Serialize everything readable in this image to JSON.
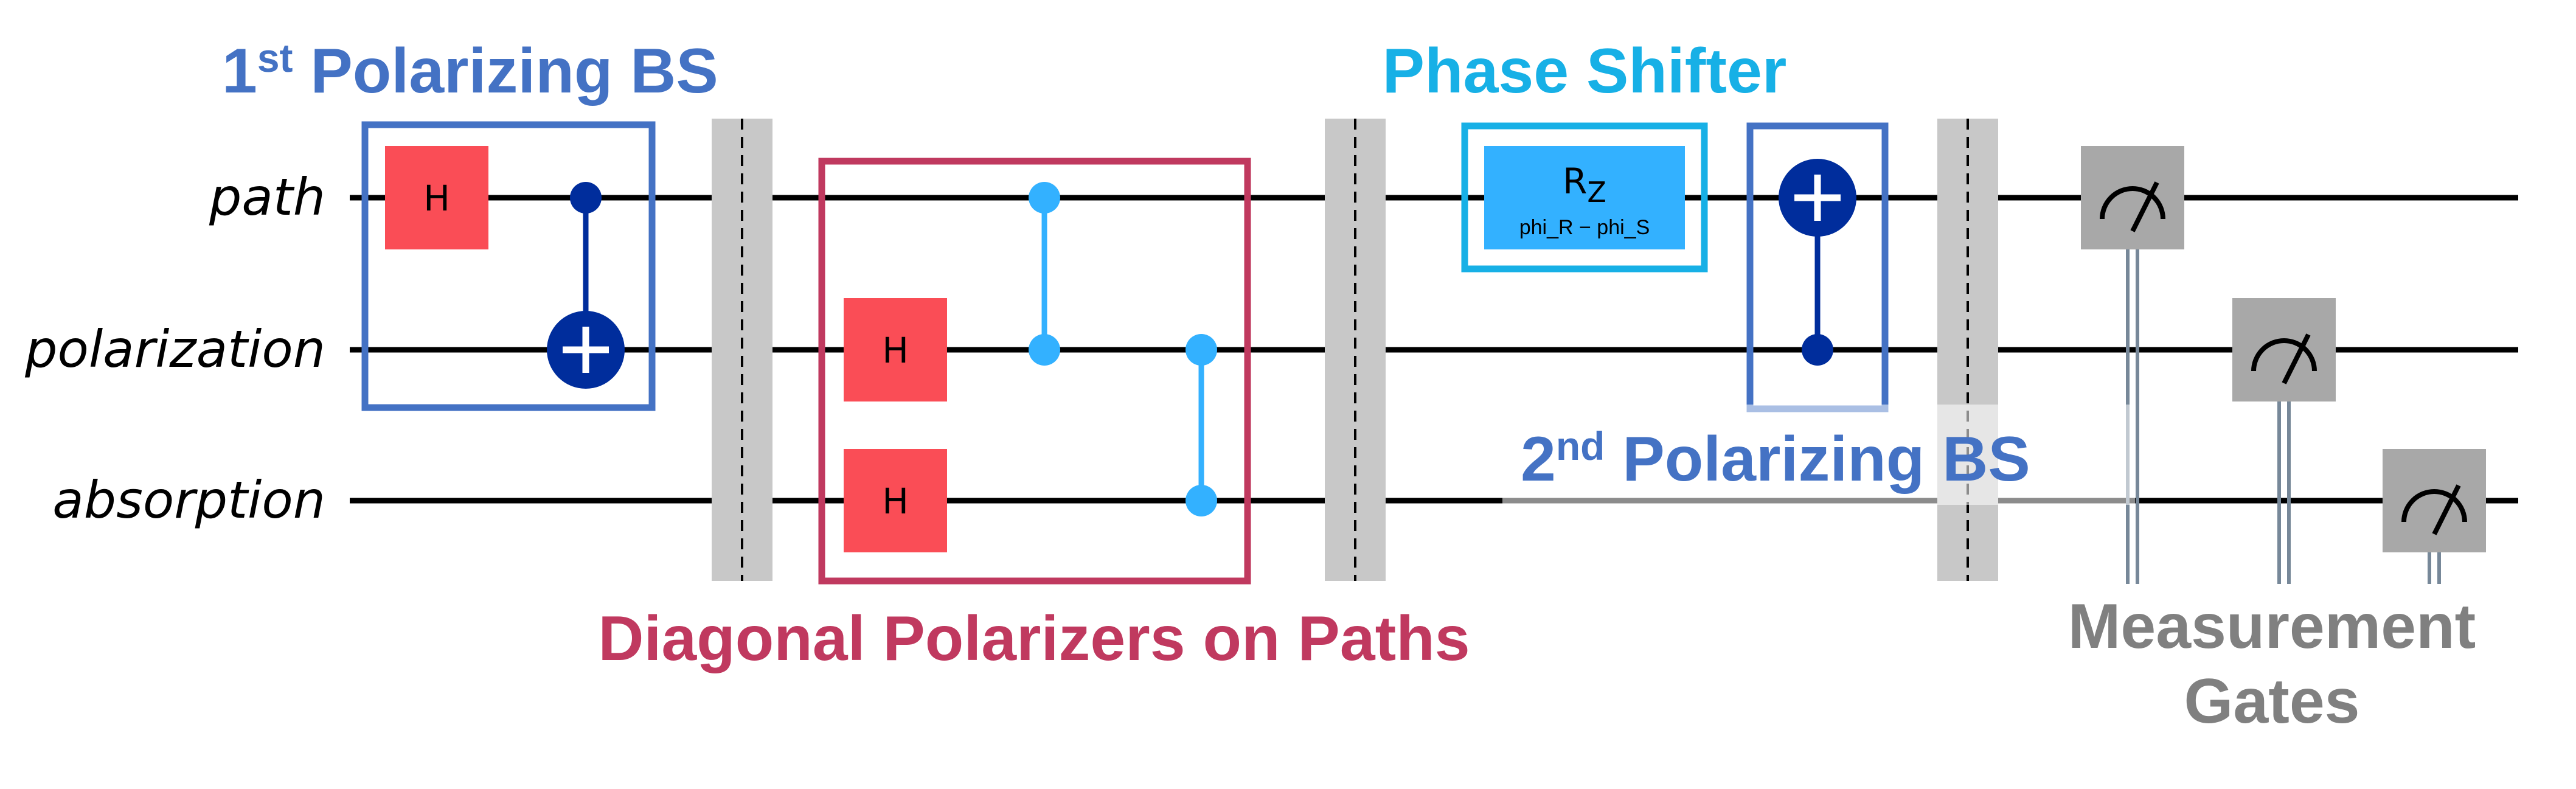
{
  "wires": [
    {
      "label": "path"
    },
    {
      "label": "polarization"
    },
    {
      "label": "absorption"
    }
  ],
  "gates": {
    "hadamard": "H",
    "rz_main": "R",
    "rz_sub": "Z",
    "rz_param": "phi_R − phi_S"
  },
  "annotations": {
    "bs1_prefix": "1",
    "bs1_sup": "st",
    "bs1_rest": " Polarizing BS",
    "bs2_prefix": "2",
    "bs2_sup": "nd",
    "bs2_rest": " Polarizing BS",
    "phase_shifter": "Phase Shifter",
    "diagonal": "Diagonal Polarizers on Paths",
    "measure_line1": "Measurement",
    "measure_line2": "Gates"
  },
  "colors": {
    "wire": "#000000",
    "hadamard_fill": "#fa4d56",
    "cnot_dark": "#002d9c",
    "cz_light": "#33b1ff",
    "rz_fill": "#33b1ff",
    "barrier": "#c8c8c8",
    "measure_fill": "#a8a8a8",
    "classical": "#778899",
    "bs_box": "#4472c4",
    "diag_box": "#c0395f",
    "phase_box": "#17b0e6",
    "measure_text": "#808080"
  },
  "icons": {
    "meter": "measurement-meter-icon",
    "target": "cnot-target-icon",
    "control": "control-dot-icon"
  }
}
